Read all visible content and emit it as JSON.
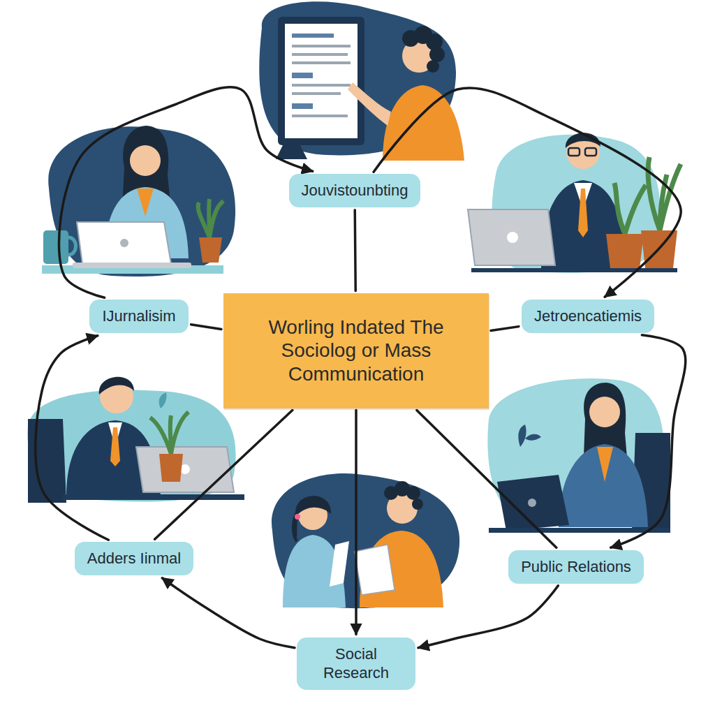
{
  "diagram": {
    "nodes": [
      {
        "text": [
          "Jouvistounbting"
        ]
      },
      {
        "text": [
          "IJurnalisim"
        ]
      },
      {
        "text": [
          "Jetroencatiemis"
        ]
      },
      {
        "text": [
          "Worling Indated The Sociolog or Mass Communication"
        ]
      },
      {
        "text": [
          "Adders Iinmal"
        ]
      },
      {
        "text": [
          "Public Relations"
        ]
      },
      {
        "text": [
          "Social Research"
        ]
      }
    ],
    "edges": [
      {
        "from": 1,
        "to": 0,
        "arrow": "to"
      },
      {
        "from": 0,
        "to": 2,
        "arrow": "to"
      },
      {
        "from": 2,
        "to": 5,
        "arrow": "to"
      },
      {
        "from": 5,
        "to": 6,
        "arrow": "to"
      },
      {
        "from": 6,
        "to": 4,
        "arrow": "to"
      },
      {
        "from": 4,
        "to": 1,
        "arrow": "to"
      },
      {
        "from": 3,
        "to": 0,
        "arrow": "none"
      },
      {
        "from": 3,
        "to": 6,
        "arrow": "to"
      },
      {
        "from": 3,
        "to": 1,
        "arrow": "none"
      },
      {
        "from": 3,
        "to": 2,
        "arrow": "none"
      },
      {
        "from": 3,
        "to": 4,
        "arrow": "none"
      },
      {
        "from": 3,
        "to": 5,
        "arrow": "none"
      }
    ]
  }
}
